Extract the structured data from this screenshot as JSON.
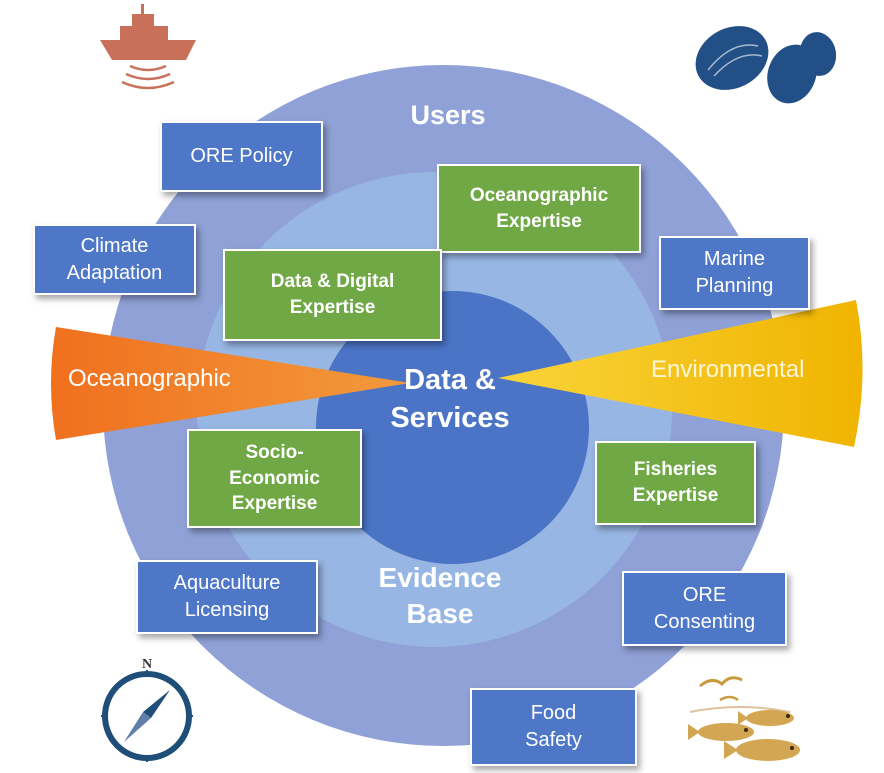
{
  "core": {
    "label": "Data &\nServices"
  },
  "rings": {
    "outer_label": "Users",
    "middle_label": "Evidence\nBase"
  },
  "wedges": {
    "left": "Oceanographic",
    "right": "Environmental"
  },
  "user_boxes": [
    {
      "id": "ore-policy",
      "label": "ORE Policy"
    },
    {
      "id": "climate-adaptation",
      "label": "Climate\nAdaptation"
    },
    {
      "id": "marine-planning",
      "label": "Marine\nPlanning"
    },
    {
      "id": "aquaculture-licensing",
      "label": "Aquaculture\nLicensing"
    },
    {
      "id": "ore-consenting",
      "label": "ORE\nConsenting"
    },
    {
      "id": "food-safety",
      "label": "Food\nSafety"
    }
  ],
  "expertise_boxes": [
    {
      "id": "oceanographic-expertise",
      "label": "Oceanographic\nExpertise"
    },
    {
      "id": "data-digital-expertise",
      "label": "Data   & Digital\nExpertise"
    },
    {
      "id": "socio-economic-expertise",
      "label": "Socio-\nEconomic\nExpertise"
    },
    {
      "id": "fisheries-expertise",
      "label": "Fisheries\nExpertise"
    }
  ],
  "compass": {
    "letter": "N"
  },
  "colors": {
    "outer_ring": "#8fa1d6",
    "middle_ring": "#98b6e3",
    "inner_ring": "#4b74c6",
    "user_box": "#4f77c8",
    "expert_box": "#70a846",
    "wedge_left": "#ef7a2a",
    "wedge_right": "#f5c10a"
  }
}
